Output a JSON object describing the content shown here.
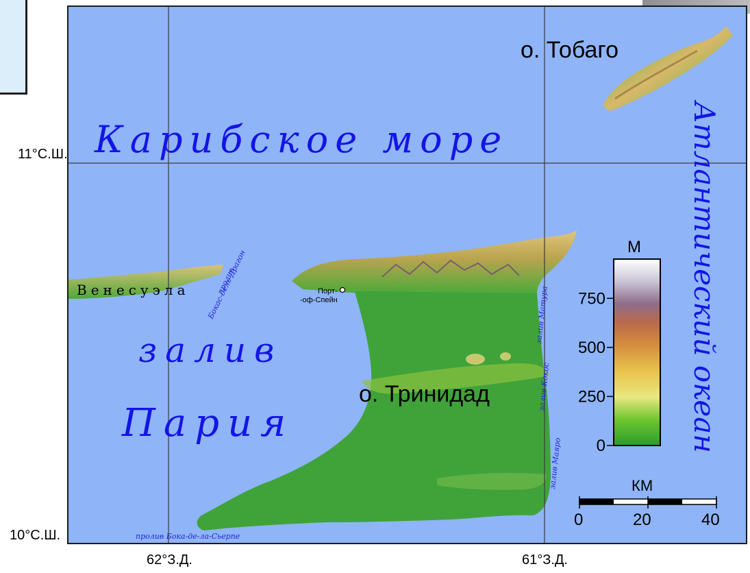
{
  "labels": {
    "tobago": "о. Тобаго",
    "trinidad": "о. Тринидад",
    "caribbean": "Карибское море",
    "paria_line1": "залив",
    "paria_line2": "Пария",
    "atlantic": "Атлантический океан",
    "venezuela": "Венесуэла",
    "port_of_spain_line1": "Порт-",
    "port_of_spain_line2": "-оф-Спейн",
    "dragon_line1": "пролив",
    "dragon_line2": "Бокас-дель-Драгон",
    "serpent": "пролив Бока-де-ла-Сьерпе",
    "matura": "залив Матура",
    "cocos": "залив Кокос",
    "mayaro": "залив Маяро"
  },
  "grid": {
    "lat_top": "11°С.Ш.",
    "lat_bottom": "10°С.Ш.",
    "lon_left": "62°З.Д.",
    "lon_right": "61°З.Д."
  },
  "legend": {
    "unit": "М",
    "ticks": [
      "750",
      "500",
      "250",
      "0"
    ],
    "tick_values": [
      750,
      500,
      250,
      0
    ],
    "max_value": 950,
    "colors": [
      "#2c9c2c",
      "#6fc72e",
      "#e9e880",
      "#e8c24a",
      "#d38a3e",
      "#b96a4a",
      "#8f6c8a",
      "#c9c4d6",
      "#ffffff"
    ]
  },
  "scale": {
    "unit": "КМ",
    "labels": [
      "0",
      "20",
      "40"
    ]
  },
  "colors": {
    "sea": "#8fb4f8",
    "lowland": "#3fa33a",
    "hills": "#c6b25e",
    "grid_line": "#3a3a3a",
    "sea_label": "#1414e6"
  }
}
